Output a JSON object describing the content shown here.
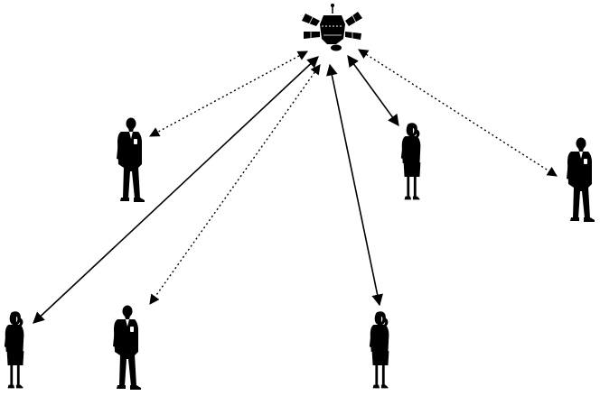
{
  "colors": {
    "background": "#ffffff",
    "ink": "#000000",
    "skin": "#ffffff"
  },
  "satellite": {
    "icon": "satellite-icon"
  },
  "people": [
    {
      "id": "man-upper-left",
      "icon": "businessman-on-phone-icon"
    },
    {
      "id": "woman-upper-mid",
      "icon": "businesswoman-on-phone-icon"
    },
    {
      "id": "man-right",
      "icon": "businessman-on-phone-icon"
    },
    {
      "id": "woman-lower-left",
      "icon": "businesswoman-on-phone-icon"
    },
    {
      "id": "man-lower-left",
      "icon": "businessman-on-phone-icon"
    },
    {
      "id": "woman-lower-mid",
      "icon": "businesswoman-on-phone-icon"
    }
  ],
  "links": [
    {
      "to": "man-upper-left",
      "style": "dotted",
      "arrows": "both"
    },
    {
      "to": "woman-upper-mid",
      "style": "solid",
      "arrows": "both"
    },
    {
      "to": "man-right",
      "style": "dotted",
      "arrows": "both"
    },
    {
      "to": "woman-lower-left",
      "style": "solid",
      "arrows": "both"
    },
    {
      "to": "man-lower-left",
      "style": "dotted",
      "arrows": "both"
    },
    {
      "to": "woman-lower-mid",
      "style": "solid",
      "arrows": "both"
    }
  ]
}
